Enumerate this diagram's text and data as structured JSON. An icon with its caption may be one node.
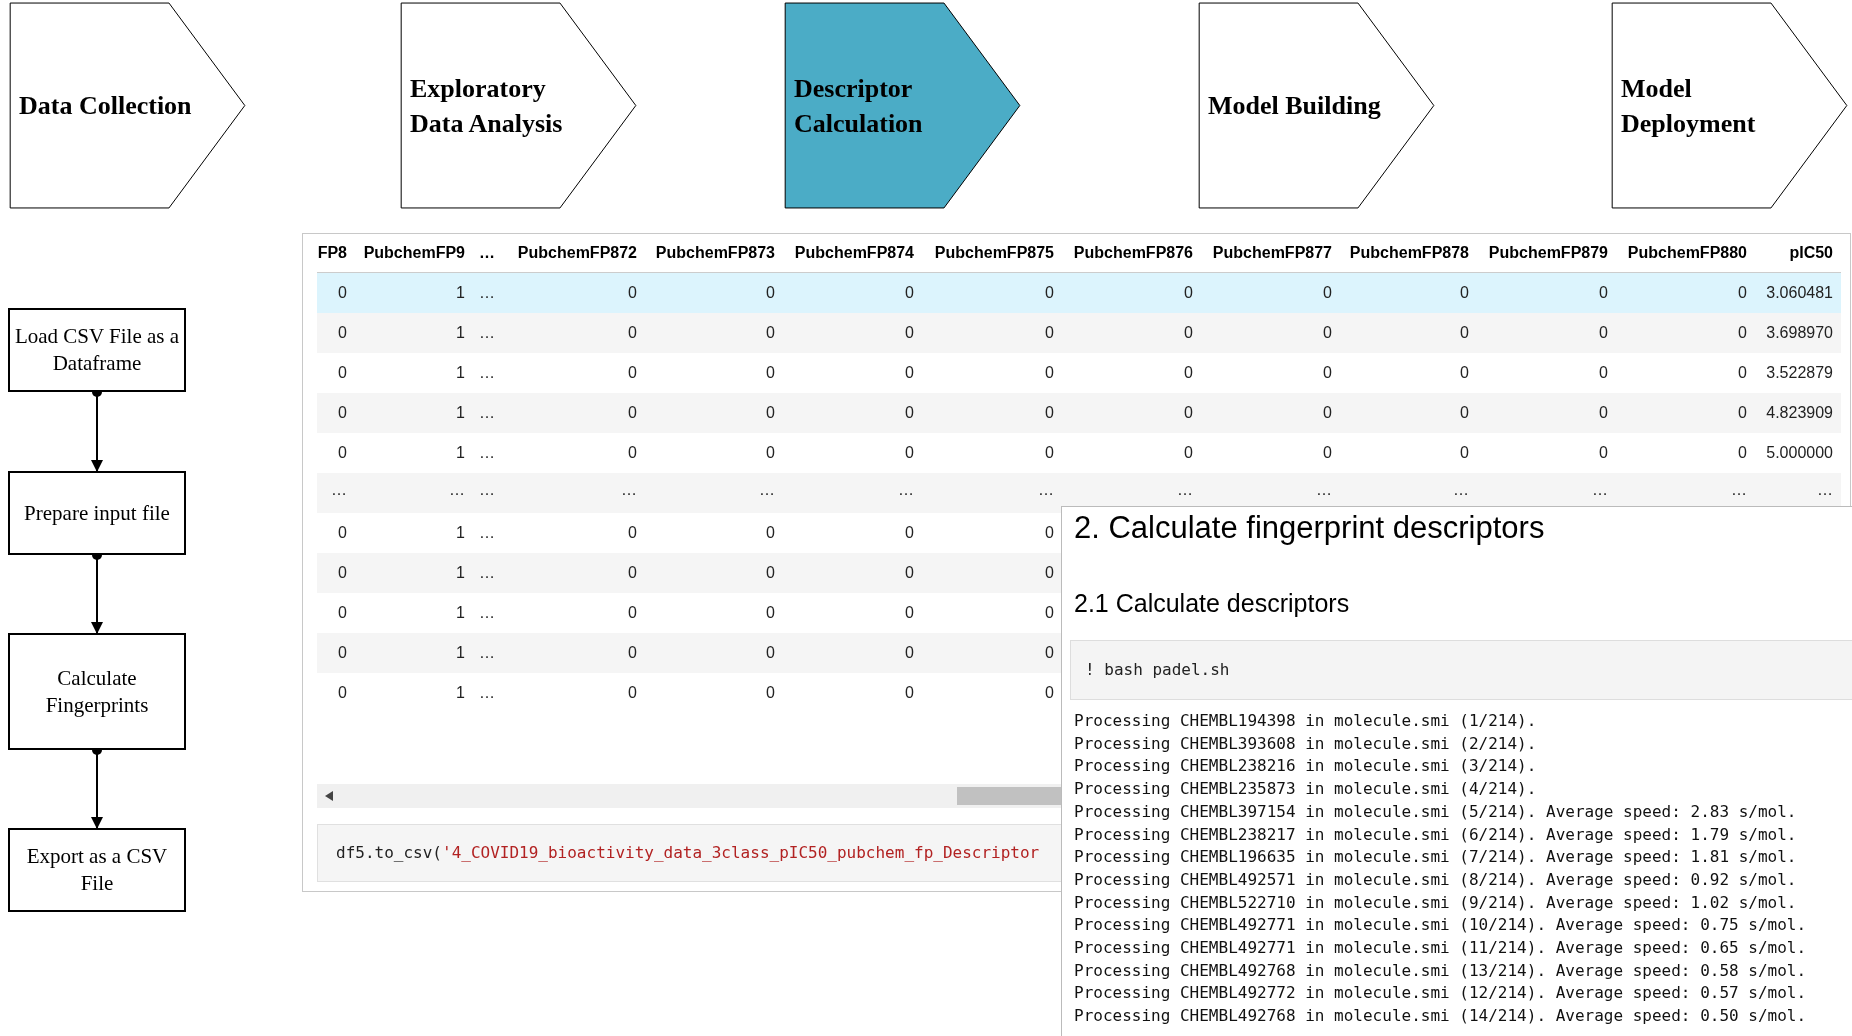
{
  "diagram": {
    "nodes": [
      {
        "text": [
          "Data Collection"
        ]
      },
      {
        "text": [
          "Exploratory Data Analysis"
        ]
      },
      {
        "text": [
          "Descriptor Calculation"
        ]
      },
      {
        "text": [
          "Model Building"
        ]
      },
      {
        "text": [
          "Model Deployment"
        ]
      },
      {
        "text": [
          "Load CSV File as a Dataframe"
        ]
      },
      {
        "text": [
          "Prepare input file"
        ]
      },
      {
        "text": [
          "Calculate Fingerprints"
        ]
      },
      {
        "text": [
          "Export as a CSV File"
        ]
      }
    ],
    "edges": [
      {
        "from": 5,
        "to": 6,
        "arrow": "to"
      },
      {
        "from": 6,
        "to": 7,
        "arrow": "to"
      },
      {
        "from": 7,
        "to": 8,
        "arrow": "to"
      }
    ],
    "labels": [
      "FP8",
      "PubchemFP9",
      "…",
      "PubchemFP872",
      "PubchemFP873",
      "PubchemFP874",
      "PubchemFP875",
      "PubchemFP876",
      "PubchemFP877",
      "PubchemFP878",
      "PubchemFP879",
      "PubchemFP880",
      "pIC50",
      "0",
      "1",
      "…",
      "0",
      "0",
      "0",
      "0",
      "0",
      "0",
      "0",
      "0",
      "0",
      "3.060481",
      "0",
      "1",
      "…",
      "0",
      "0",
      "0",
      "0",
      "0",
      "0",
      "0",
      "0",
      "0",
      "3.698970",
      "0",
      "1",
      "…",
      "0",
      "0",
      "0",
      "0",
      "0",
      "0",
      "0",
      "0",
      "0",
      "3.522879",
      "0",
      "1",
      "…",
      "0",
      "0",
      "0",
      "0",
      "0",
      "0",
      "0",
      "0",
      "0",
      "4.823909",
      "0",
      "1",
      "…",
      "0",
      "0",
      "0",
      "0",
      "0",
      "0",
      "0",
      "0",
      "0",
      "5.000000",
      "…",
      "…",
      "…",
      "…",
      "…",
      "…",
      "…",
      "…",
      "…",
      "…",
      "…",
      "…",
      "…",
      "0",
      "1",
      "…",
      "0",
      "0",
      "0",
      "0",
      "0",
      "1",
      "…",
      "0",
      "0",
      "0",
      "0",
      "0",
      "1",
      "…",
      "0",
      "0",
      "0",
      "0",
      "0",
      "1",
      "…",
      "0",
      "0",
      "0",
      "0",
      "0",
      "1",
      "…",
      "0",
      "0",
      "0",
      "0",
      "df5.to_csv(",
      "'4_COVID19_bioactivity_data_3class_pIC50_pubchem_fp_Descriptor",
      "2. Calculate fingerprint descriptors",
      "2.1 Calculate descriptors",
      "! bash padel.sh",
      "Processing CHEMBL194398 in molecule.smi (1/214).",
      "Processing CHEMBL393608 in molecule.smi (2/214).",
      "Processing CHEMBL238216 in molecule.smi (3/214).",
      "Processing CHEMBL235873 in molecule.smi (4/214).",
      "Processing CHEMBL397154 in molecule.smi (5/214). Average speed: 2.83 s/mol.",
      "Processing CHEMBL238217 in molecule.smi (6/214). Average speed: 1.79 s/mol.",
      "Processing CHEMBL196635 in molecule.smi (7/214). Average speed: 1.81 s/mol.",
      "Processing CHEMBL492571 in molecule.smi (8/214). Average speed: 0.92 s/mol.",
      "Processing CHEMBL522710 in molecule.smi (9/214). Average speed: 1.02 s/mol.",
      "Processing CHEMBL492771 in molecule.smi (10/214). Average speed: 0.75 s/mol.",
      "Processing CHEMBL492771 in molecule.smi (11/214). Average speed: 0.65 s/mol.",
      "Processing CHEMBL492768 in molecule.smi (13/214). Average speed: 0.58 s/mol.",
      "Processing CHEMBL492772 in molecule.smi (12/214). Average speed: 0.57 s/mol.",
      "Processing CHEMBL492768 in molecule.smi (14/214). Average speed: 0.50 s/mol."
    ]
  }
}
